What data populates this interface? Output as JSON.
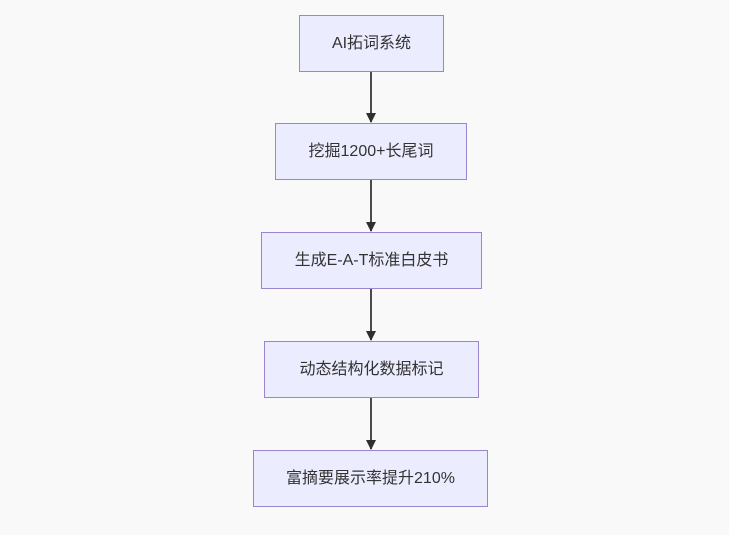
{
  "diagram": {
    "type": "flowchart",
    "direction": "top-down",
    "nodes": [
      {
        "id": "n1",
        "label": "AI拓词系统"
      },
      {
        "id": "n2",
        "label": "挖掘1200+长尾词"
      },
      {
        "id": "n3",
        "label": "生成E-A-T标准白皮书"
      },
      {
        "id": "n4",
        "label": "动态结构化数据标记"
      },
      {
        "id": "n5",
        "label": "富摘要展示率提升210%"
      }
    ],
    "edges": [
      {
        "from": "n1",
        "to": "n2"
      },
      {
        "from": "n2",
        "to": "n3"
      },
      {
        "from": "n3",
        "to": "n4"
      },
      {
        "from": "n4",
        "to": "n5"
      }
    ],
    "colors": {
      "background": "#f9f9f9",
      "node_fill": "#ECECFF",
      "node_border": "#9a86cf",
      "arrow": "#4b4b4b",
      "arrow_head": "#2f2f2f",
      "text": "#333333"
    }
  }
}
